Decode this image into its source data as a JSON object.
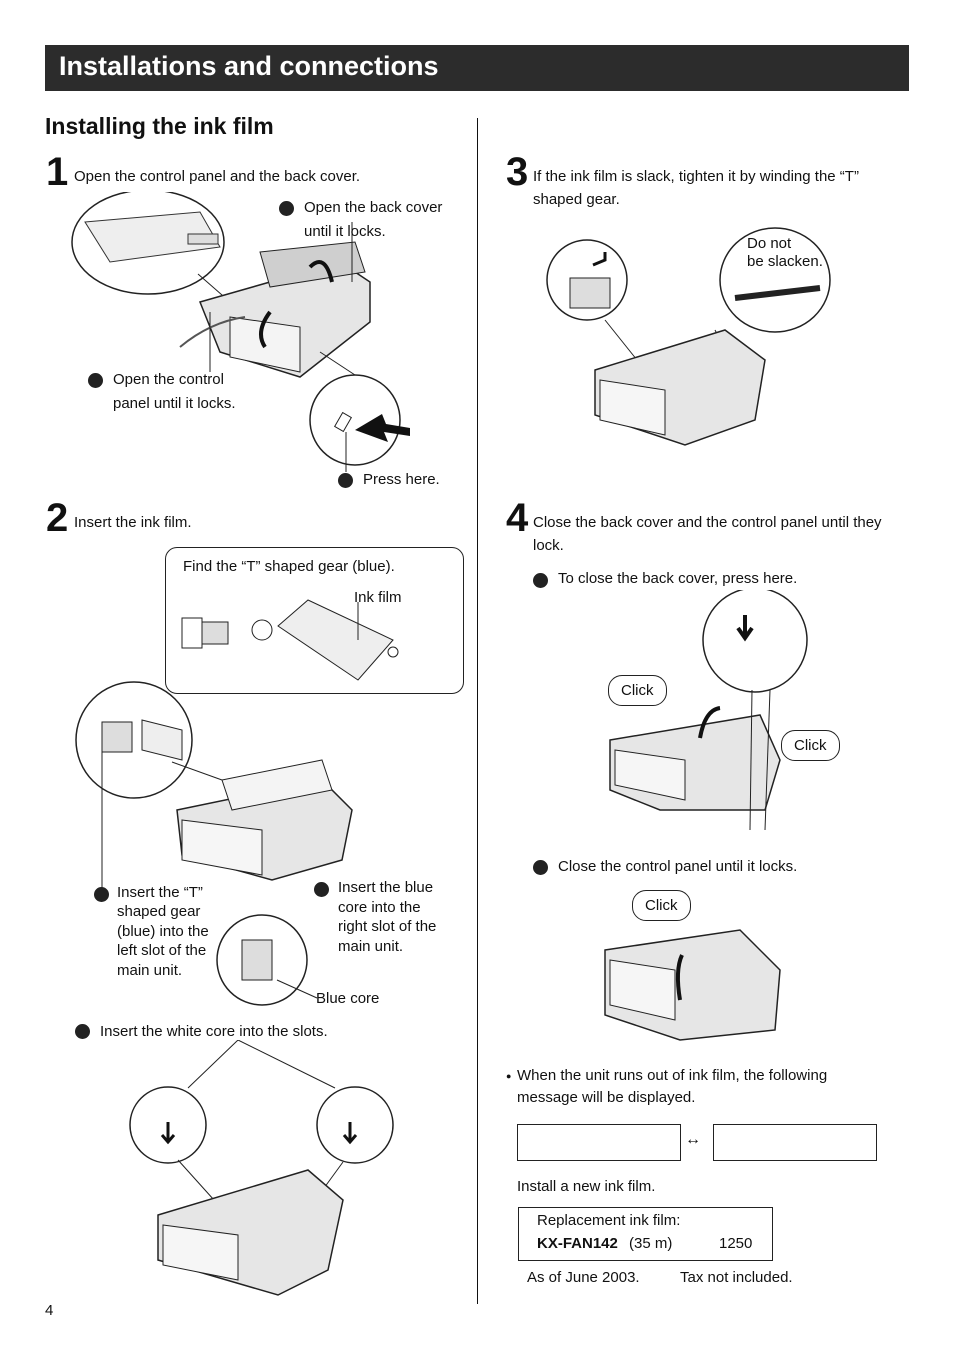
{
  "header": {
    "title": "Installations and connections"
  },
  "section": {
    "title": "Installing the ink film"
  },
  "steps": {
    "s1": {
      "number": "1",
      "text": "Open the control panel and the back cover.",
      "label_back_cover_1": "Open the back cover",
      "label_back_cover_2": "until it locks.",
      "label_control_panel_1": "Open the control",
      "label_control_panel_2": "panel until it locks.",
      "label_press": "Press here."
    },
    "s2": {
      "number": "2",
      "text": "Insert the ink film.",
      "box_title": "Find the “T” shaped gear (blue).",
      "ink_film": "Ink film",
      "tgear_1": "Insert the “T”",
      "tgear_2": "shaped gear",
      "tgear_3": "(blue) into the",
      "tgear_4": "left slot of the",
      "tgear_5": "main unit.",
      "blue_1": "Insert the blue",
      "blue_2": "core into the",
      "blue_3": "right slot of the",
      "blue_4": "main unit.",
      "blue_core": "Blue core",
      "white_core": "Insert the white core into the slots."
    },
    "s3": {
      "number": "3",
      "text_1": "If the ink film is slack, tighten it by winding the “T”",
      "text_2": "shaped gear.",
      "slack_1": "Do not",
      "slack_2": "be slacken."
    },
    "s4": {
      "number": "4",
      "text_1": "Close the back cover and the control panel until they",
      "text_2": "lock.",
      "close_back": "To close the back cover, press here.",
      "click": "Click",
      "close_panel": "Close the control panel until it locks."
    }
  },
  "notes": {
    "runout_1": "When the unit runs out of ink film, the following",
    "runout_2": "message will be displayed.",
    "display_left": "",
    "display_right": "",
    "install_new": "Install a new ink film.",
    "replacement_label": "Replacement ink film:",
    "model": "KX-FAN142",
    "model_length": "(35 m)",
    "price": "1250",
    "as_of": "As of June 2003.",
    "tax": "Tax not included."
  },
  "page": {
    "number": "4"
  }
}
